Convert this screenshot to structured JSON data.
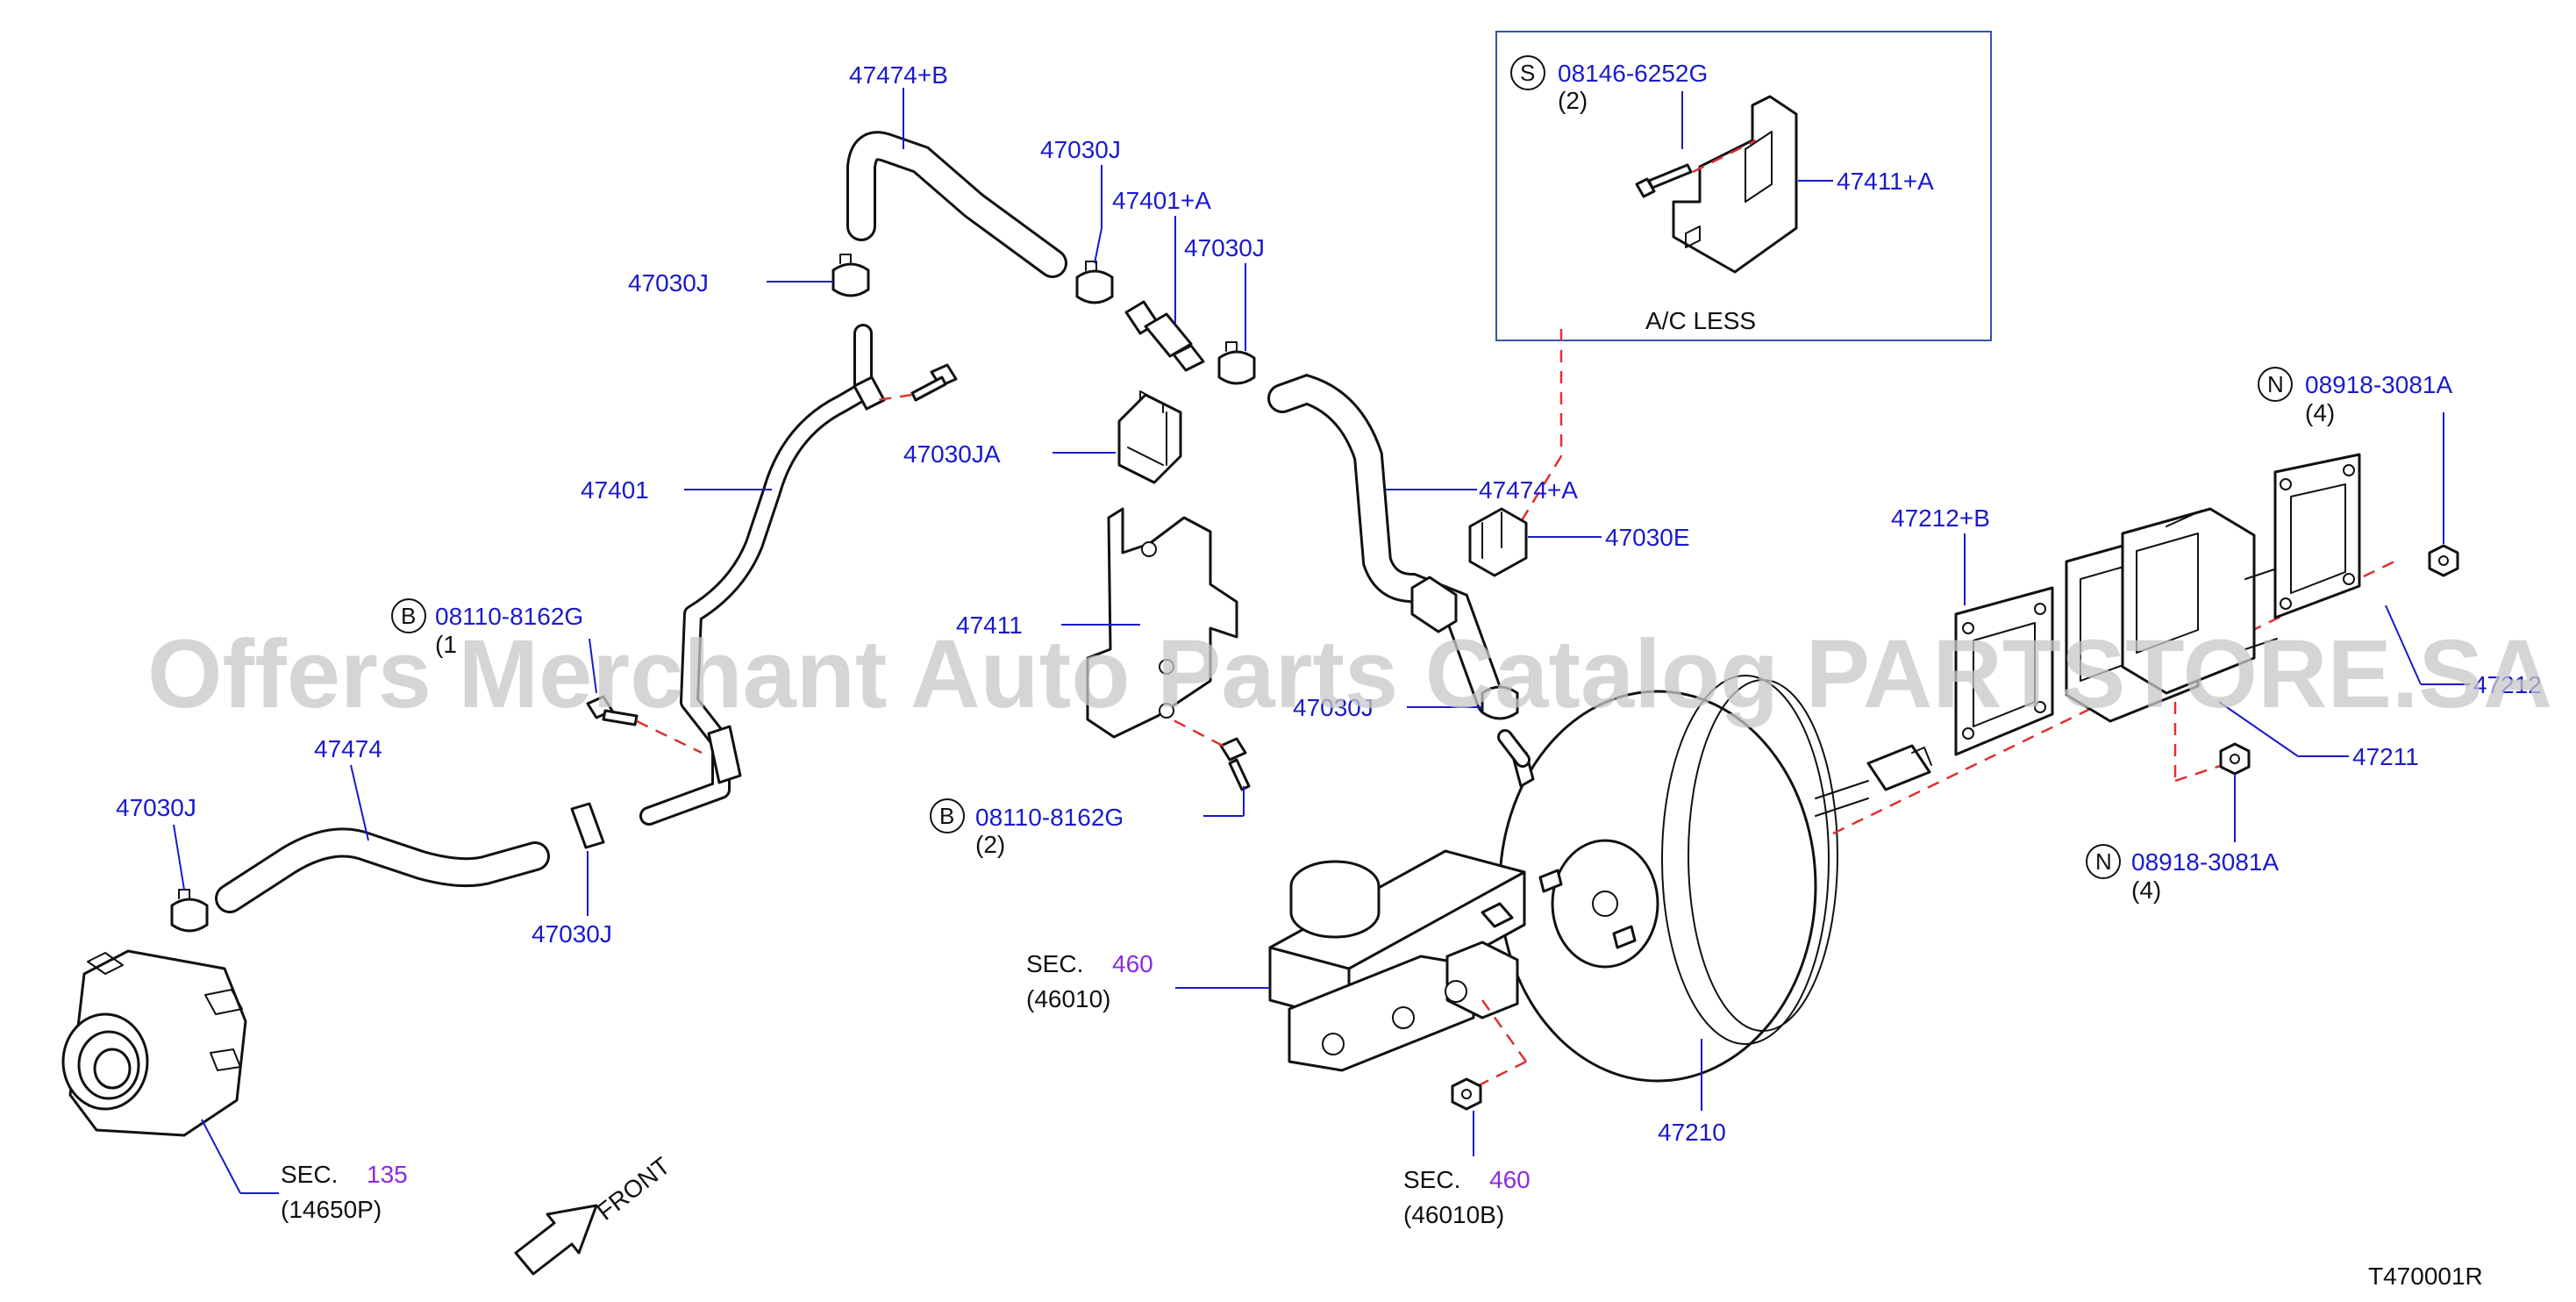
{
  "watermark": "Offers Merchant Auto Parts Catalog PARTSTORE.SA",
  "diagram_code": "T470001R",
  "front_label": "FRONT",
  "inset": {
    "caption": "A/C   LESS",
    "bolt_prefix": "S",
    "bolt_number": "08146-6252G",
    "bolt_qty": "(2)",
    "bracket": "47411+A"
  },
  "labels": {
    "hose_b": "47474+B",
    "clamp_1": "47030J",
    "connector_a": "47401+A",
    "clamp_2": "47030J",
    "clamp_3": "47030J",
    "clip_ja": "47030JA",
    "tube": "47401",
    "bolt_b1_prefix": "B",
    "bolt_b1": "08110-8162G",
    "bolt_b1_qty": "(1",
    "bracket": "47411",
    "hose_main": "47474",
    "clamp_4": "47030J",
    "clamp_5": "47030J",
    "hose_a": "47474+A",
    "valve": "47030E",
    "clamp_6": "47030J",
    "bolt_b2_prefix": "B",
    "bolt_b2": "08110-8162G",
    "bolt_b2_qty": "(2)",
    "nut_n1_prefix": "N",
    "nut_n1": "08918-3081A",
    "nut_n1_qty": "(4)",
    "gasket_b": "47212+B",
    "gasket": "47212",
    "spacer": "47211",
    "nut_n2_prefix": "N",
    "nut_n2": "08918-3081A",
    "nut_n2_qty": "(4)",
    "booster": "47210",
    "sec_mc_prefix": "SEC.",
    "sec_mc_num": "460",
    "sec_mc_part": "(46010)",
    "sec_mc2_prefix": "SEC.",
    "sec_mc2_num": "460",
    "sec_mc2_part": "(46010B)",
    "sec_pump_prefix": "SEC.",
    "sec_pump_num": "135",
    "sec_pump_part": "(14650P)"
  }
}
